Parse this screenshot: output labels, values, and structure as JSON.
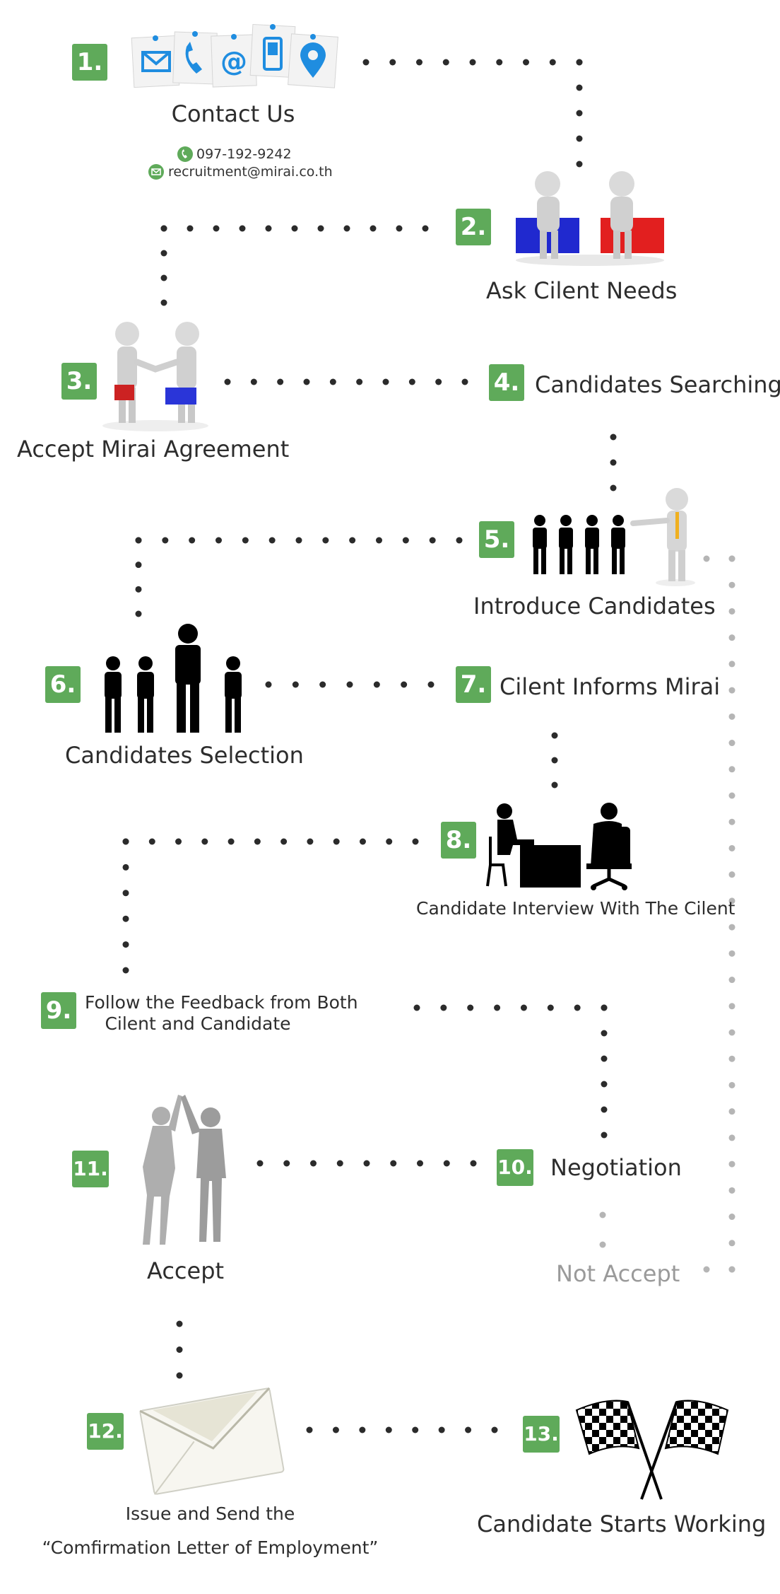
{
  "steps": [
    {
      "num": "1.",
      "label": "Contact Us"
    },
    {
      "num": "2.",
      "label": "Ask Cilent Needs"
    },
    {
      "num": "3.",
      "label": "Accept Mirai Agreement"
    },
    {
      "num": "4.",
      "label": "Candidates Searching"
    },
    {
      "num": "5.",
      "label": "Introduce Candidates"
    },
    {
      "num": "6.",
      "label": "Candidates Selection"
    },
    {
      "num": "7.",
      "label": "Cilent Informs Mirai"
    },
    {
      "num": "8.",
      "label": "Candidate Interview With The Cilent"
    },
    {
      "num": "9.",
      "label_line1": "Follow the Feedback from Both",
      "label_line2": "Cilent and Candidate"
    },
    {
      "num": "10.",
      "label": "Negotiation"
    },
    {
      "num": "11.",
      "label": "Accept"
    },
    {
      "num": "12.",
      "label_line1": "Issue and Send the",
      "label_line2": "“Comfirmation Letter of Employment”"
    },
    {
      "num": "13.",
      "label": "Candidate Starts Working"
    }
  ],
  "contact": {
    "phone": "097-192-9242",
    "email": "recruitment@mirai.co.th"
  },
  "not_accept": "Not Accept",
  "colors": {
    "badge": "#5faa5a",
    "text": "#2d2d2d",
    "muted": "#9a9a9a",
    "icon_blue": "#1f8de0"
  },
  "icons": [
    "mail-icon",
    "phone-icon",
    "at-icon",
    "mobile-icon",
    "location-pin-icon"
  ]
}
